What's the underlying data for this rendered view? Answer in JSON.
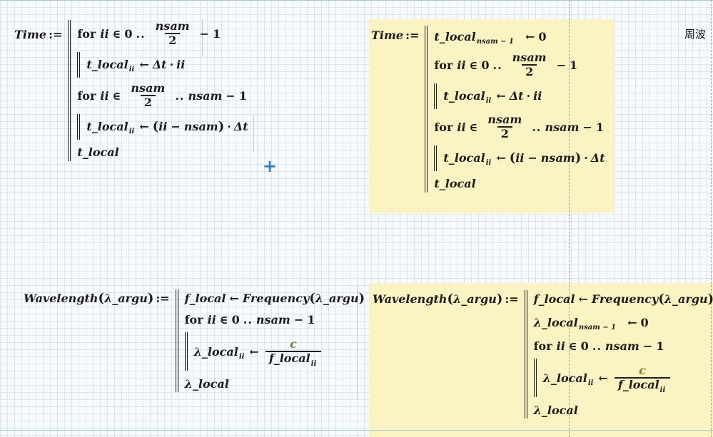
{
  "tok": {
    "time": "Time",
    "wavelength": "Wavelength",
    "assign": ":=",
    "for": "for",
    "ii": "ii",
    "in": "∈",
    "zero": "0",
    "range_dots": "..",
    "nsam": "nsam",
    "two": "2",
    "minus": "−",
    "one": "1",
    "t_local": "t_local",
    "arrow": "←",
    "delta_t": "Δt",
    "times_dot": "·",
    "lparen": "(",
    "rparen": ")",
    "sub_ii": "ii",
    "sub_nsam_minus_1": "nsam − 1",
    "f_local": "f_local",
    "frequency": "Frequency",
    "lambda_argu": "λ_argu",
    "lambda_local": "λ_local",
    "c_const": "c"
  },
  "annotations": {
    "plus_cursor": "+",
    "cjk_label": "周波"
  },
  "colors": {
    "highlight": "#fcf3c2",
    "constant_c": "#7c7e2f",
    "cursor_blue": "#2e7fc0",
    "grid_line": "#d9e6f2",
    "page_break_dash": "#9e9e9e"
  }
}
